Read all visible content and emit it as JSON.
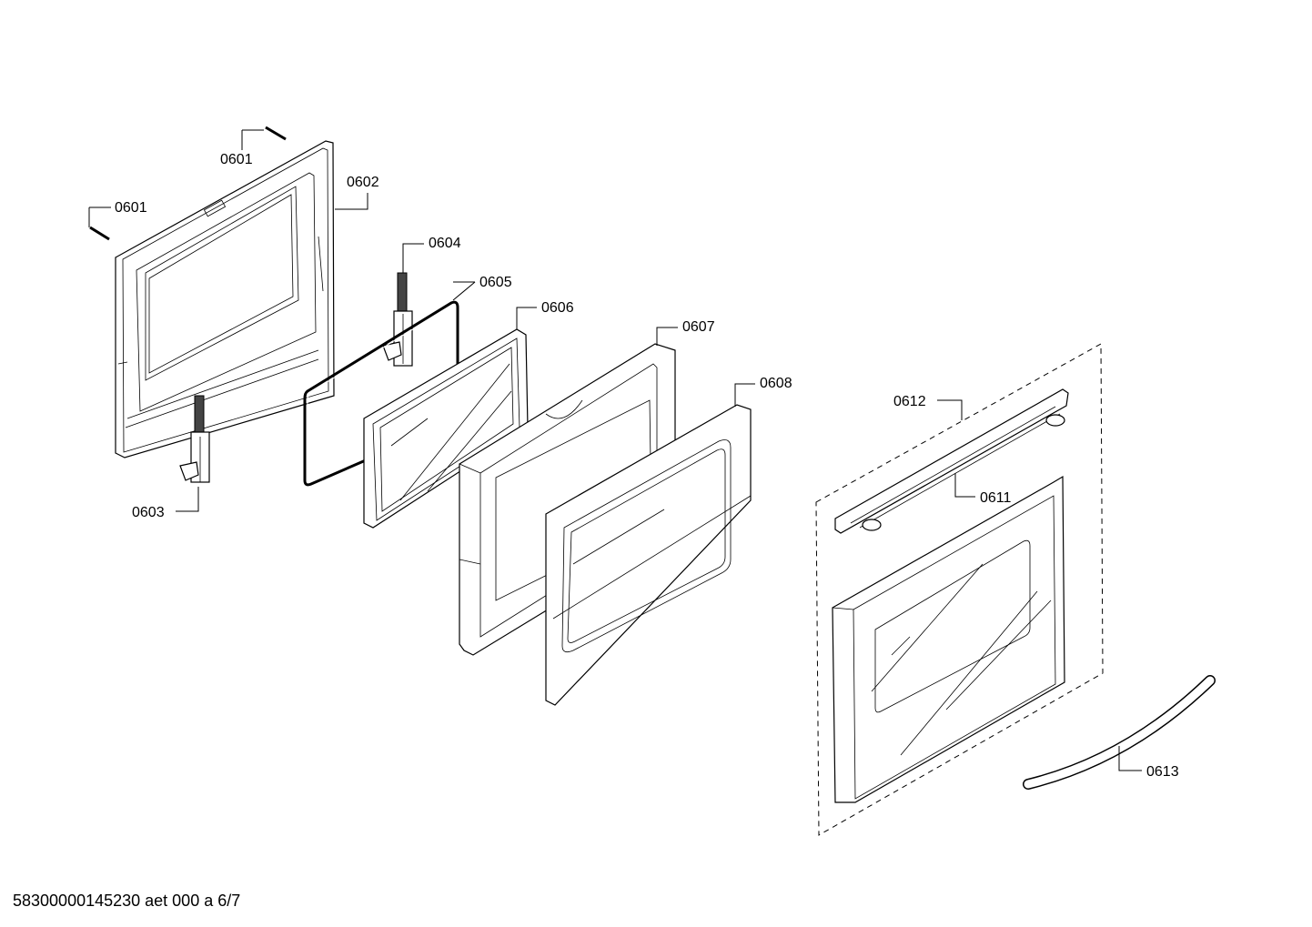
{
  "labels": {
    "l0601a": "0601",
    "l0601b": "0601",
    "l0602": "0602",
    "l0603": "0603",
    "l0604": "0604",
    "l0605": "0605",
    "l0606": "0606",
    "l0607": "0607",
    "l0608": "0608",
    "l0611": "0611",
    "l0612": "0612",
    "l0613": "0613"
  },
  "footer": "58300000145230 aet 000 a 6/7"
}
